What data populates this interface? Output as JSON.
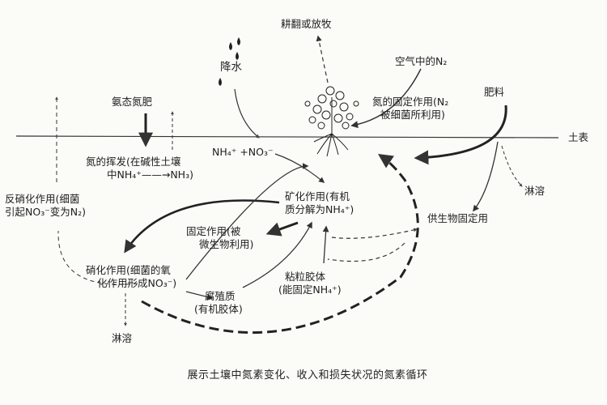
{
  "labels": {
    "plough_or_graze": "耕翻或放牧",
    "precipitation": "降水",
    "air_nitrogen": "空气中的N₂",
    "ammonium_fertilizer": "氨态氮肥",
    "fixation_line1": "氮的固定作用(N₂",
    "fixation_line2": "被细菌所利用)",
    "fertilizer": "肥料",
    "soil_surface": "土表",
    "ions": "NH₄⁺ +NO₃⁻",
    "volatilization_line1": "氮的挥发(在碱性土壤",
    "volatilization_line2": "中NH₄⁺——→NH₃)",
    "denitrification_line1": "反硝化作用(细菌",
    "denitrification_line2": "引起NO₃⁻变为N₂)",
    "leaching_right": "淋溶",
    "plant_uptake": "供生物固定用",
    "mineralization_line1": "矿化作用(有机",
    "mineralization_line2": "质分解为NH₄⁺)",
    "immobilization_line1": "固定作用(被",
    "immobilization_line2": "微生物利用)",
    "nitrification_line1": "硝化作用(细菌的氧",
    "nitrification_line2": "化作用形成NO₃⁻)",
    "clay_colloid_line1": "粘粒胶体",
    "clay_colloid_line2": "(能固定NH₄⁺)",
    "humus_line1": "腐殖质",
    "humus_line2": "(有机胶体)",
    "leaching_left": "淋溶"
  },
  "caption": "展示土壤中氮素变化、收入和损失状况的氮素循环"
}
